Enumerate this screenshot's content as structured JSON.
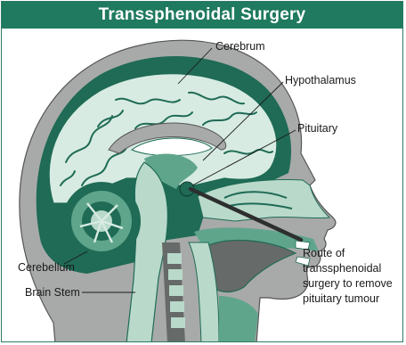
{
  "title": "Transsphenoidal Surgery",
  "labels": {
    "cerebrum": "Cerebrum",
    "hypothalamus": "Hypothalamus",
    "pituitary": "Pituitary",
    "cerebellum": "Cerebellum",
    "brain_stem": "Brain Stem",
    "route_line1": "Route of",
    "route_line2": "transsphenoidal",
    "route_line3": "surgery to remove",
    "route_line4": "pituitary tumour"
  },
  "colors": {
    "title_bar": "#1f7a5f",
    "dark_green": "#1f6b55",
    "mid_green": "#5fa58c",
    "light_green": "#b9d9cb",
    "pale_green": "#d7ebe2",
    "skin_gray": "#a8aaa9",
    "dark_gray": "#666a69"
  }
}
